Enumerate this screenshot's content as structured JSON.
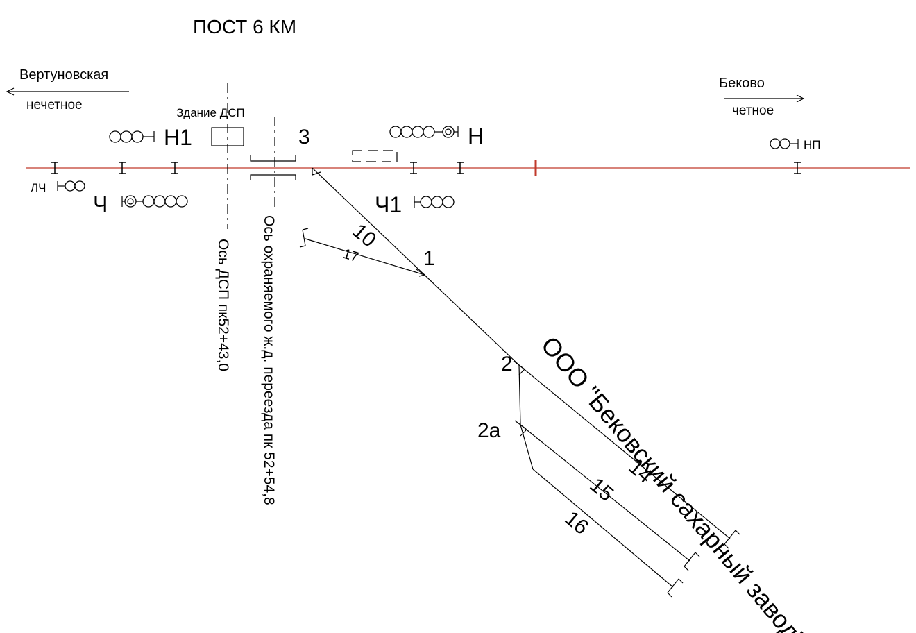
{
  "title": "ПОСТ 6 КМ",
  "directions": {
    "left": {
      "name": "Вертуновская",
      "sub": "нечетное"
    },
    "right": {
      "name": "Беково",
      "sub": "четное"
    }
  },
  "building": {
    "label": "Здание ДСП"
  },
  "signals": {
    "n1": "Н1",
    "n": "Н",
    "ch": "Ч",
    "ch1": "Ч1",
    "lch": "ЛЧ",
    "np": "НП"
  },
  "switches": {
    "s3": "3",
    "s10": "10",
    "s17": "17",
    "s1": "1",
    "s2": "2",
    "s2a": "2а"
  },
  "tracks": {
    "t14": "14",
    "t15": "15",
    "t16": "16"
  },
  "axes": {
    "dsp": "Ось ДСП пк52+43,0",
    "crossing": "Ось охраняемого ж.д. переезда пк 52+54,8"
  },
  "factory": "ООО \"Бековский сахарный завод\"",
  "colors": {
    "main_track": "#c0392b",
    "lines": "#000000",
    "background": "#ffffff"
  }
}
